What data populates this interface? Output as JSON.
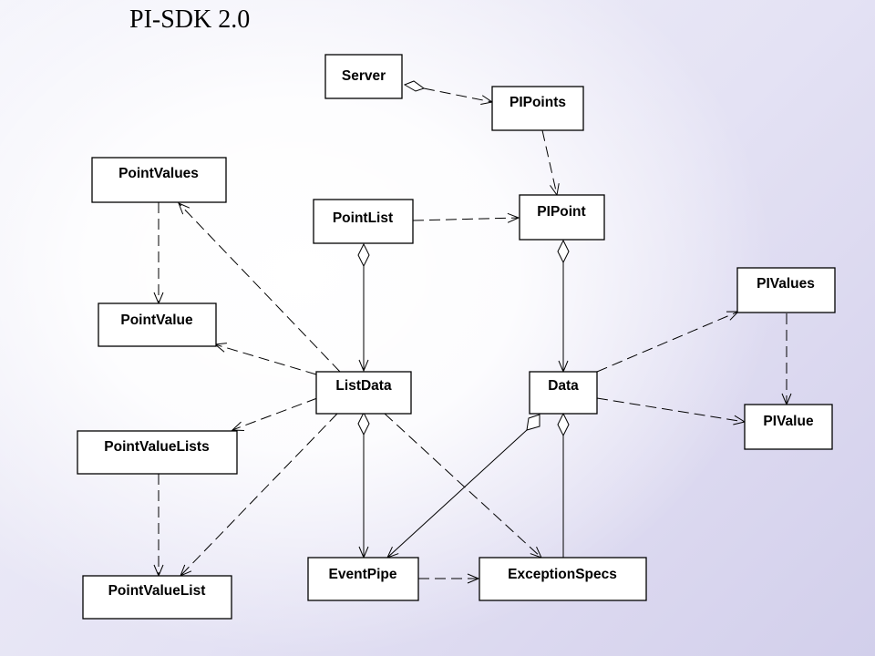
{
  "slide": {
    "title": "PI-SDK 2.0"
  },
  "diagram": {
    "nodes": {
      "server": "Server",
      "pipoints": "PIPoints",
      "pointvalues": "PointValues",
      "pointlist": "PointList",
      "pipoint": "PIPoint",
      "pivalues": "PIValues",
      "pointvalue": "PointValue",
      "listdata": "ListData",
      "data": "Data",
      "pivalue": "PIValue",
      "pointvaluelists": "PointValueLists",
      "eventpipe": "EventPipe",
      "exceptionspecs": "ExceptionSpecs",
      "pointvaluelist": "PointValueList"
    }
  }
}
